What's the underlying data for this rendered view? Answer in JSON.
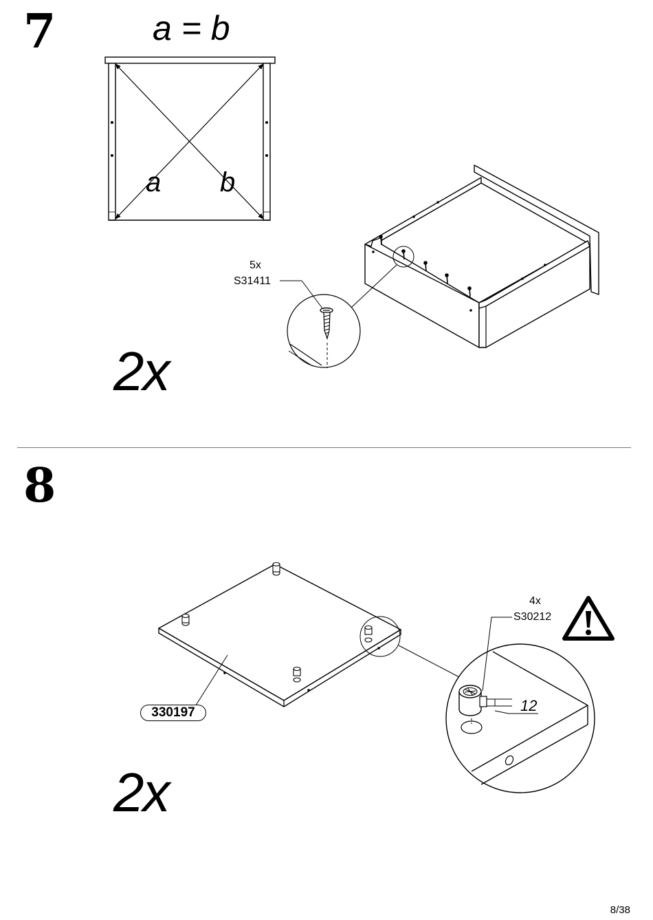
{
  "step7": {
    "number": "7",
    "equation": "a = b",
    "diag_a": "a",
    "diag_b": "b",
    "screw_count": "5x",
    "screw_code": "S31411",
    "multiplier": "2x"
  },
  "step8": {
    "number": "8",
    "part_number": "330197",
    "cam_count": "4x",
    "cam_code": "S30212",
    "dimension": "12",
    "multiplier": "2x",
    "warning_icon": "warning-triangle-icon"
  },
  "footer": {
    "page": "8/38"
  }
}
